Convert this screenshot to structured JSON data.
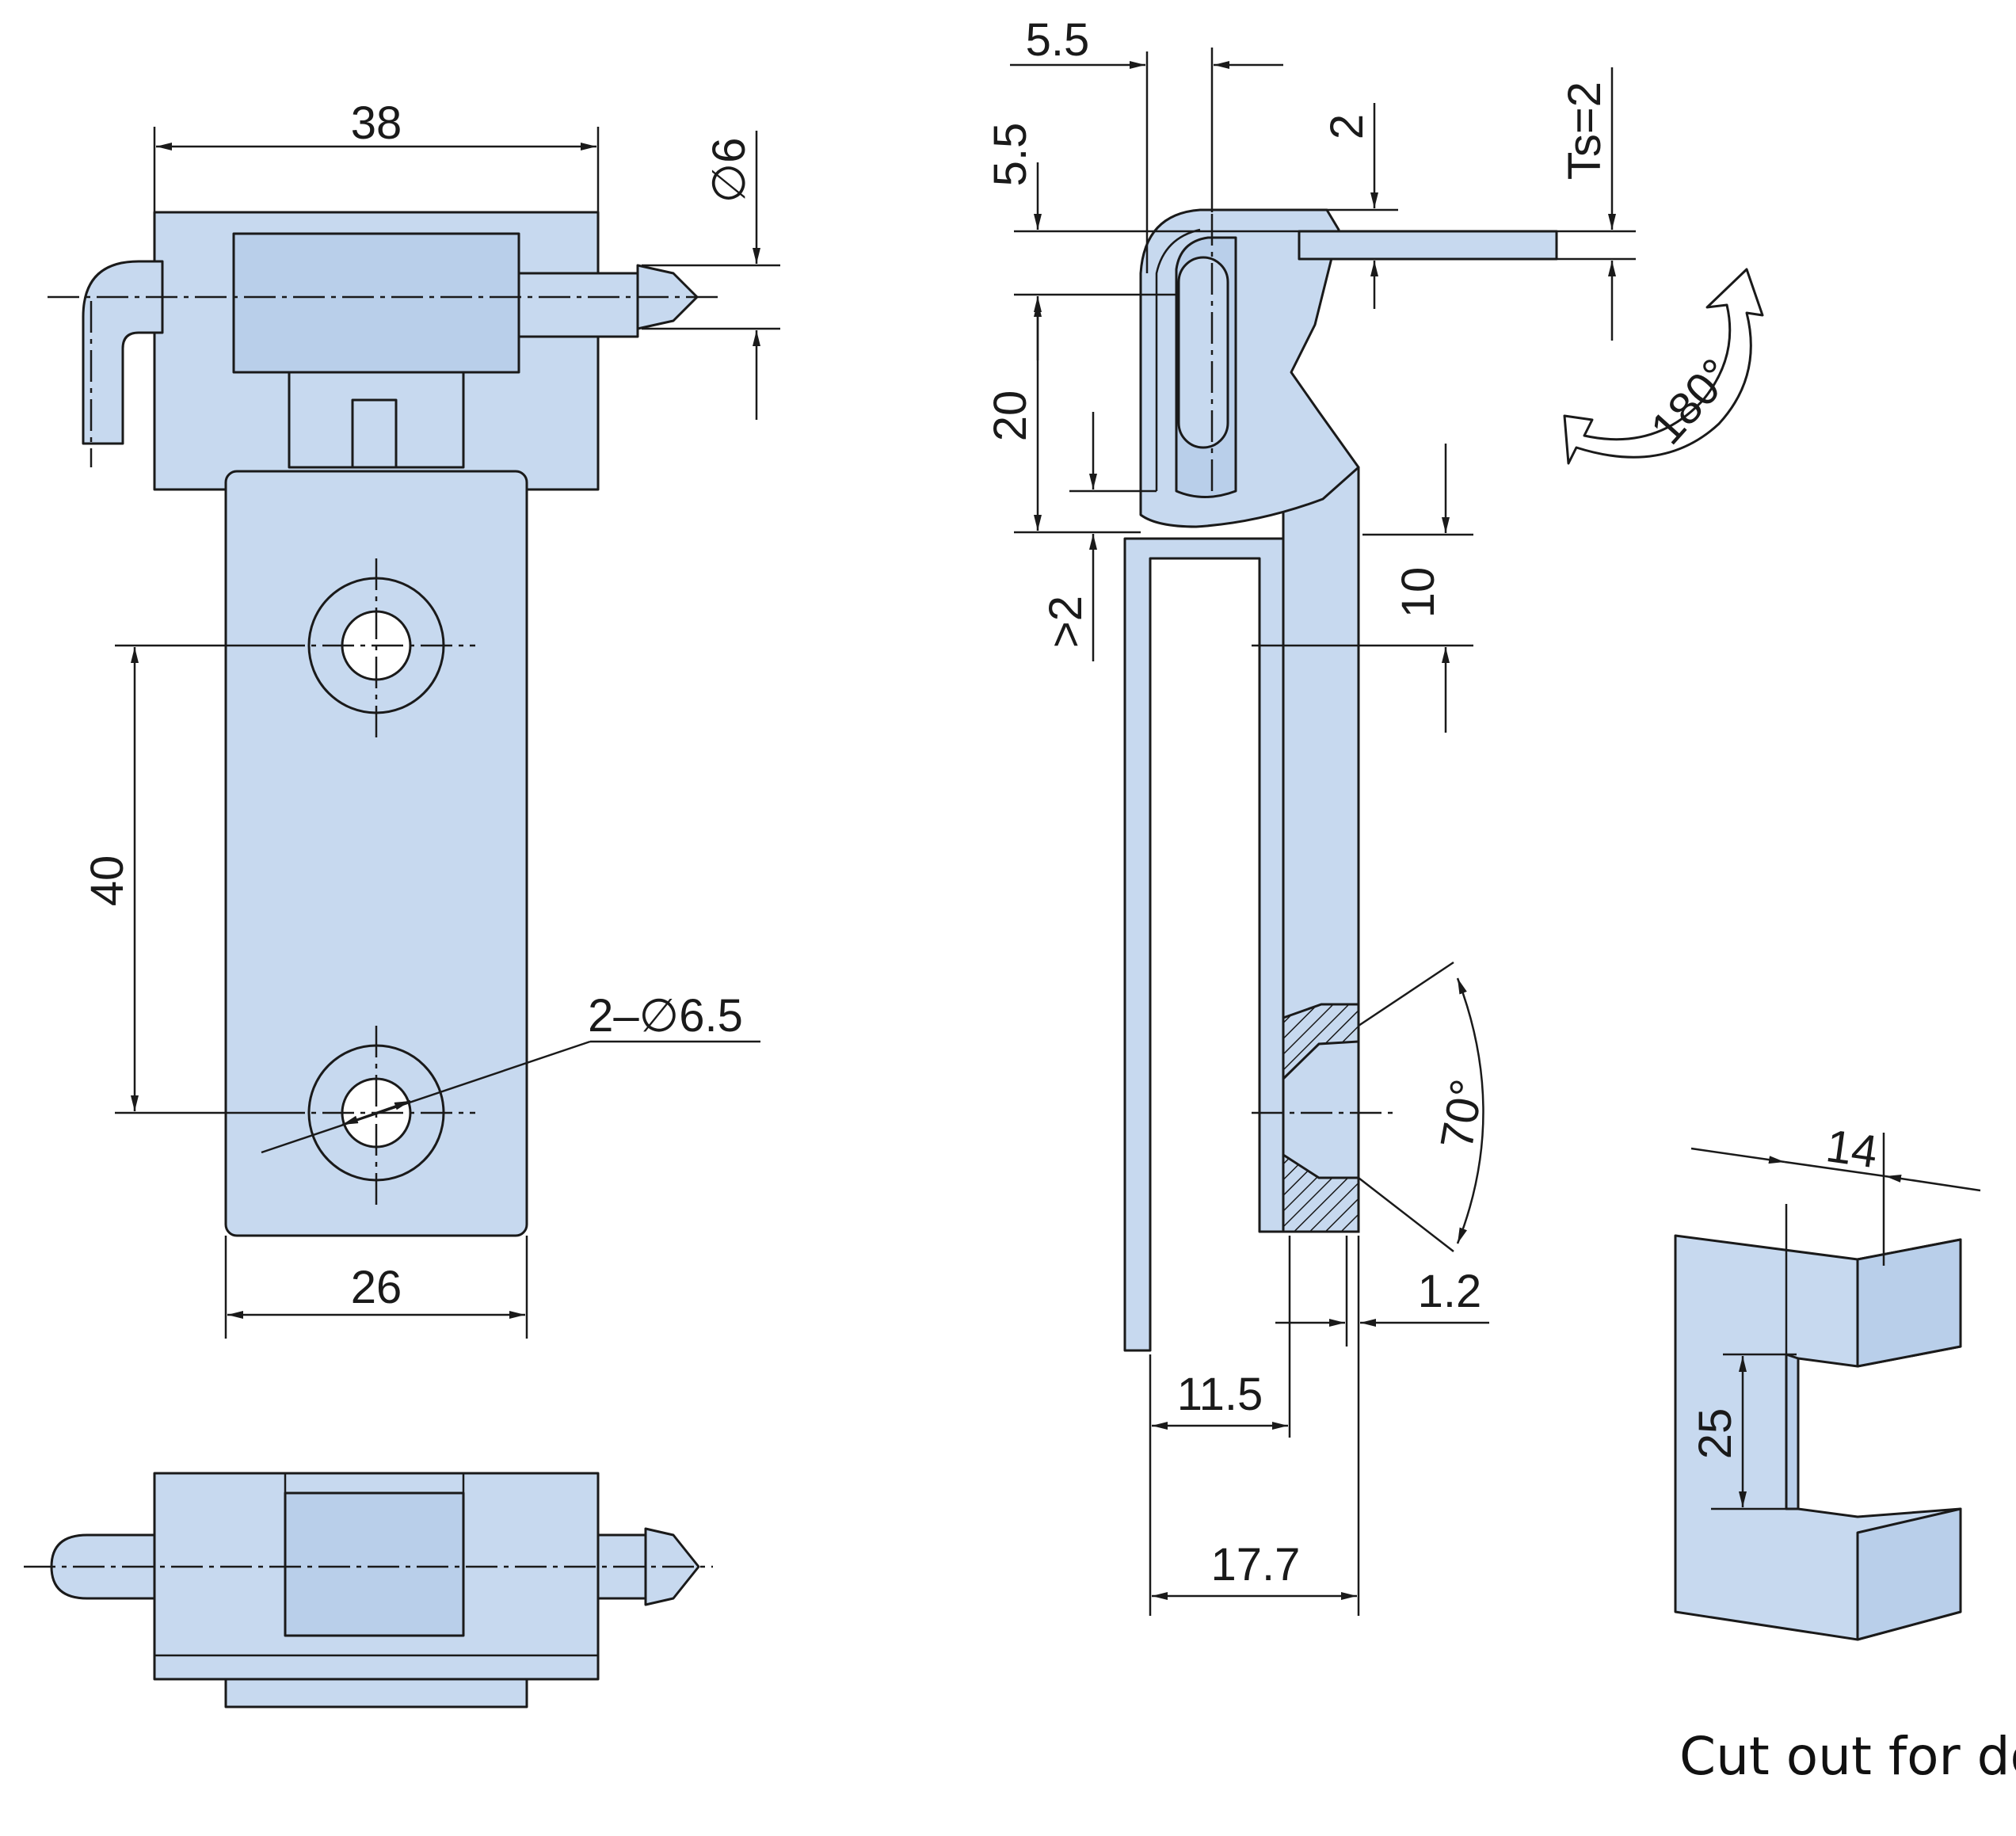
{
  "dimensions": {
    "width_38": "38",
    "diameter_6": "∅6",
    "spacing_40": "40",
    "holes_2_x_6_5": "2–∅6.5",
    "width_26": "26",
    "offset_5_5_top": "5.5",
    "offset_5_5_side": "5.5",
    "gap_2": "2",
    "sheet_thickness": "Ts=2",
    "rotation_180": "180°",
    "height_20": "20",
    "clearance_gt_2": ">2",
    "height_10": "10",
    "angle_70": "70°",
    "thickness_1_2": "1.2",
    "width_11_5": "11.5",
    "width_17_7": "17.7",
    "cutout_14": "14",
    "cutout_25": "25"
  },
  "caption": "Cut out for door",
  "colors": {
    "part_fill": "#c7d9ef",
    "line": "#1a1a1a",
    "background": "#ffffff"
  }
}
